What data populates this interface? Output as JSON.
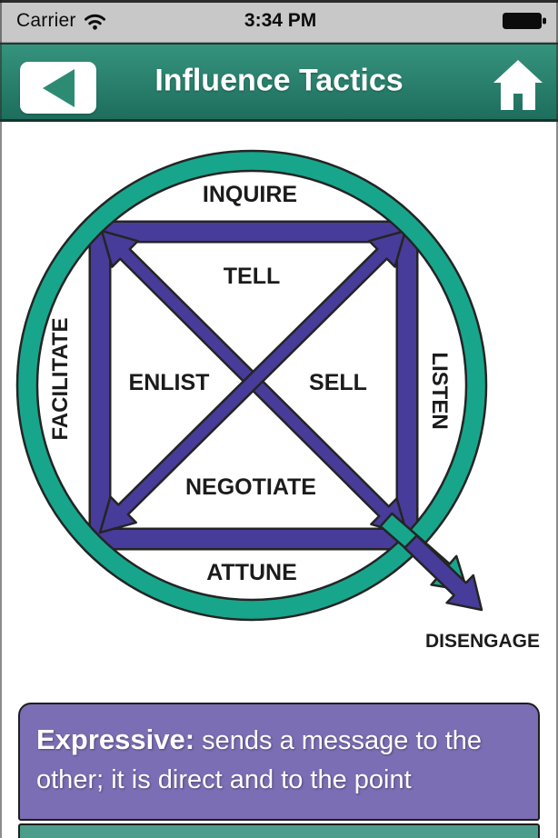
{
  "status_bar": {
    "carrier": "Carrier",
    "time": "3:34 PM"
  },
  "header": {
    "title": "Influence Tactics"
  },
  "diagram": {
    "outer_labels": {
      "top": "INQUIRE",
      "left": "FACILITATE",
      "right": "LISTEN",
      "bottom": "ATTUNE",
      "exit": "DISENGAGE"
    },
    "inner_labels": {
      "top": "TELL",
      "left": "ENLIST",
      "right": "SELL",
      "bottom": "NEGOTIATE"
    }
  },
  "info_card": {
    "term": "Expressive:",
    "definition_lines": [
      "sends a message to the",
      "other; it is direct and to the point"
    ]
  },
  "icons": {
    "wifi": "wifi-icon",
    "battery": "battery-icon",
    "back": "back-arrow-icon",
    "home": "home-icon"
  },
  "theme": {
    "status_bg": "#c8c8c8",
    "header_top": "#35937d",
    "header_bottom": "#1e6e5d",
    "ring_teal": "#17a68c",
    "arrow_purple": "#473c99",
    "info_bg": "#7b6eb4",
    "next_bg": "#4c9d8b"
  }
}
